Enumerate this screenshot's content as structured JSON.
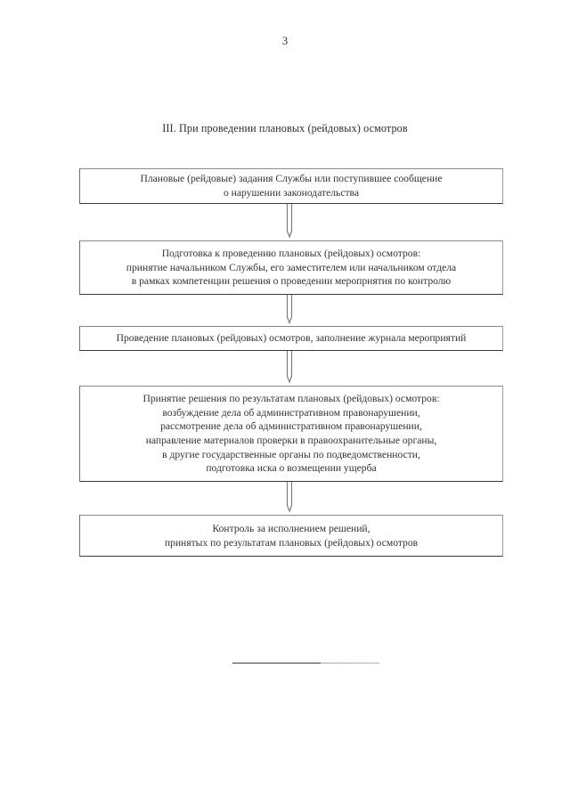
{
  "document": {
    "page_number": "3",
    "heading": "III. При проведении плановых (рейдовых) осмотров",
    "footer_rule": "horizontal-rule"
  },
  "flowchart": {
    "type": "vertical-process-flow",
    "arrow_style": "open-double-line-chevron",
    "box_border_color": "#8a8a8a",
    "text_color": "#333333",
    "boxes": [
      {
        "id": "box-1",
        "lines": [
          "Плановые (рейдовые) задания Службы или поступившее сообщение",
          "о нарушении законодательства"
        ]
      },
      {
        "id": "box-2",
        "lines": [
          "Подготовка к проведению плановых (рейдовых) осмотров:",
          "принятие начальником Службы, его заместителем или начальником отдела",
          "в рамках компетенции решения о проведении мероприятия по контролю"
        ]
      },
      {
        "id": "box-3",
        "lines": [
          "Проведение плановых (рейдовых) осмотров, заполнение журнала мероприятий"
        ]
      },
      {
        "id": "box-4",
        "lines": [
          "Принятие решения по результатам плановых (рейдовых) осмотров:",
          "возбуждение дела об административном правонарушении,",
          "рассмотрение дела об административном правонарушении,",
          "направление материалов проверки в правоохранительные органы,",
          "в другие государственные органы по подведомственности,",
          "подготовка иска о возмещении ущерба"
        ]
      },
      {
        "id": "box-5",
        "lines": [
          "Контроль за исполнением решений,",
          "принятых по результатам плановых (рейдовых) осмотров"
        ]
      }
    ],
    "connectors": [
      {
        "id": "conn-1",
        "from": "box-1",
        "to": "box-2"
      },
      {
        "id": "conn-2",
        "from": "box-2",
        "to": "box-3"
      },
      {
        "id": "conn-3",
        "from": "box-3",
        "to": "box-4"
      },
      {
        "id": "conn-4",
        "from": "box-4",
        "to": "box-5"
      }
    ]
  }
}
